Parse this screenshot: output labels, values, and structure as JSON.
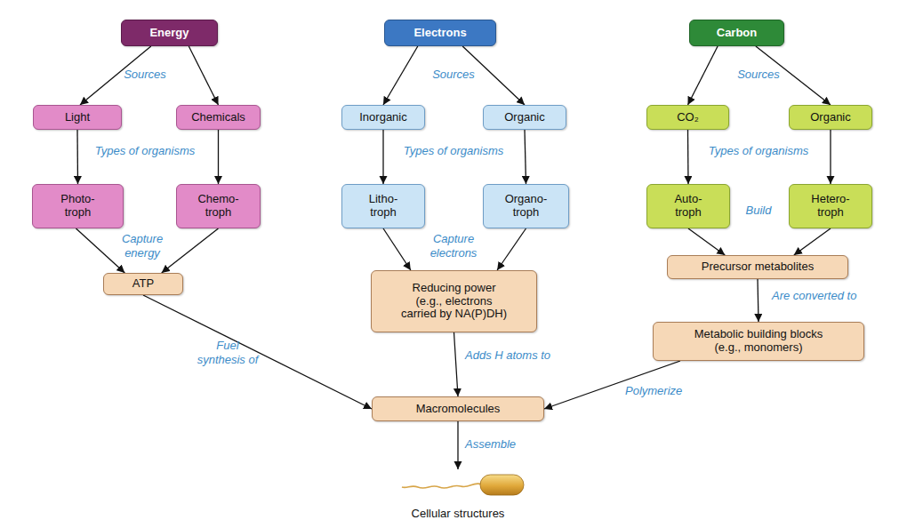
{
  "diagram": {
    "nodes": [
      {
        "text": [
          "Energy"
        ]
      },
      {
        "text": [
          "Electrons"
        ]
      },
      {
        "text": [
          "Carbon"
        ]
      },
      {
        "text": [
          "Light"
        ]
      },
      {
        "text": [
          "Chemicals"
        ]
      },
      {
        "text": [
          "Inorganic"
        ]
      },
      {
        "text": [
          "Organic"
        ]
      },
      {
        "text": [
          "CO₂"
        ]
      },
      {
        "text": [
          "Organic"
        ]
      },
      {
        "text": [
          "Photo- troph"
        ]
      },
      {
        "text": [
          "Chemo- troph"
        ]
      },
      {
        "text": [
          "Litho- troph"
        ]
      },
      {
        "text": [
          "Organo- troph"
        ]
      },
      {
        "text": [
          "Auto- troph"
        ]
      },
      {
        "text": [
          "Hetero- troph"
        ]
      },
      {
        "text": [
          "ATP"
        ]
      },
      {
        "text": [
          "Reducing power (e.g., electrons carried by NA(P)DH)"
        ]
      },
      {
        "text": [
          "Precursor metabolites"
        ]
      },
      {
        "text": [
          "Metabolic building blocks (e.g., monomers)"
        ]
      },
      {
        "text": [
          "Macromolecules"
        ]
      },
      {
        "text": [
          "Cellular structures"
        ]
      }
    ],
    "edges": [
      {
        "from": 0,
        "to": 3,
        "arrow": "to"
      },
      {
        "from": 0,
        "to": 4,
        "arrow": "to"
      },
      {
        "from": 1,
        "to": 5,
        "arrow": "to"
      },
      {
        "from": 1,
        "to": 6,
        "arrow": "to"
      },
      {
        "from": 2,
        "to": 7,
        "arrow": "to"
      },
      {
        "from": 2,
        "to": 8,
        "arrow": "to"
      },
      {
        "from": 3,
        "to": 9,
        "arrow": "to"
      },
      {
        "from": 4,
        "to": 10,
        "arrow": "to"
      },
      {
        "from": 5,
        "to": 11,
        "arrow": "to"
      },
      {
        "from": 6,
        "to": 12,
        "arrow": "to"
      },
      {
        "from": 7,
        "to": 13,
        "arrow": "to"
      },
      {
        "from": 8,
        "to": 14,
        "arrow": "to"
      },
      {
        "from": 9,
        "to": 15,
        "arrow": "to"
      },
      {
        "from": 10,
        "to": 15,
        "arrow": "to"
      },
      {
        "from": 11,
        "to": 16,
        "arrow": "to"
      },
      {
        "from": 12,
        "to": 16,
        "arrow": "to"
      },
      {
        "from": 13,
        "to": 17,
        "arrow": "to"
      },
      {
        "from": 14,
        "to": 17,
        "arrow": "to"
      },
      {
        "from": 17,
        "to": 18,
        "label": "Are converted to",
        "arrow": "to"
      },
      {
        "from": 15,
        "to": 19,
        "label": "Fuel synthesis of",
        "arrow": "to"
      },
      {
        "from": 16,
        "to": 19,
        "label": "Adds H atoms to",
        "arrow": "to"
      },
      {
        "from": 18,
        "to": 19,
        "label": "Polymerize",
        "arrow": "to"
      },
      {
        "from": 19,
        "to": 20,
        "label": "Assemble",
        "arrow": "to"
      }
    ],
    "labels": [
      "Sources",
      "Sources",
      "Sources",
      "Types of organisms",
      "Types of organisms",
      "Types of organisms",
      "Capture energy",
      "Capture electrons",
      "Build"
    ]
  }
}
